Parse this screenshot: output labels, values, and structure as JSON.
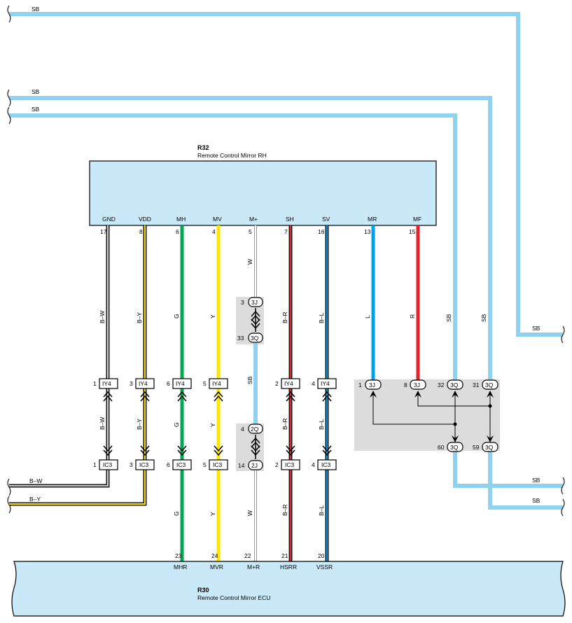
{
  "colors": {
    "SB": "#8fd2f0",
    "L": "#00a0e9",
    "R": "#e3242b",
    "G": "#00a651",
    "Y": "#ffe600",
    "B": "#1a1a1a",
    "W": "#ffffff",
    "component_fill": "#c9e8f8",
    "junction_fill": "#dcdcdc"
  },
  "components": {
    "mirror": {
      "id": "R32",
      "name": "Remote Control Mirror RH"
    },
    "ecu": {
      "id": "R30",
      "name": "Remote Control Mirror ECU"
    }
  },
  "mirror_pins": [
    {
      "name": "GND",
      "num": "17",
      "wire": "B-W"
    },
    {
      "name": "VDD",
      "num": "8",
      "wire": "B-Y"
    },
    {
      "name": "MH",
      "num": "6",
      "wire": "G"
    },
    {
      "name": "MV",
      "num": "4",
      "wire": "Y"
    },
    {
      "name": "M+",
      "num": "5",
      "wire": "W"
    },
    {
      "name": "SH",
      "num": "7",
      "wire": "B-R"
    },
    {
      "name": "SV",
      "num": "16",
      "wire": "B-L"
    },
    {
      "name": "MR",
      "num": "13",
      "wire": "L"
    },
    {
      "name": "MF",
      "num": "15",
      "wire": "R"
    }
  ],
  "ecu_pins": [
    {
      "name": "MHR",
      "num": "23"
    },
    {
      "name": "MVR",
      "num": "24"
    },
    {
      "name": "M+R",
      "num": "22"
    },
    {
      "name": "HSRR",
      "num": "21"
    },
    {
      "name": "VSSR",
      "num": "20"
    }
  ],
  "wire_labels": {
    "sb": "SB",
    "bw": "B–W",
    "by": "B–Y",
    "g": "G",
    "y": "Y",
    "w": "W",
    "br": "B–R",
    "bl": "B–L",
    "l": "L",
    "r": "R"
  },
  "connectors": {
    "iy4": "IY4",
    "ic3": "IC3",
    "j3j": "3J",
    "j3q": "3Q",
    "j2q": "2Q",
    "j2j": "2J"
  },
  "connector_pins": {
    "iy4": [
      "1",
      "3",
      "6",
      "5",
      "2",
      "4"
    ],
    "ic3": [
      "1",
      "3",
      "6",
      "5",
      "2",
      "4"
    ],
    "m_top": "3",
    "m_mid1": "33",
    "m_mid2": "4",
    "m_bot": "14",
    "right_upper": [
      "1",
      "8",
      "32",
      "31"
    ],
    "right_lower": [
      "60",
      "59"
    ]
  }
}
